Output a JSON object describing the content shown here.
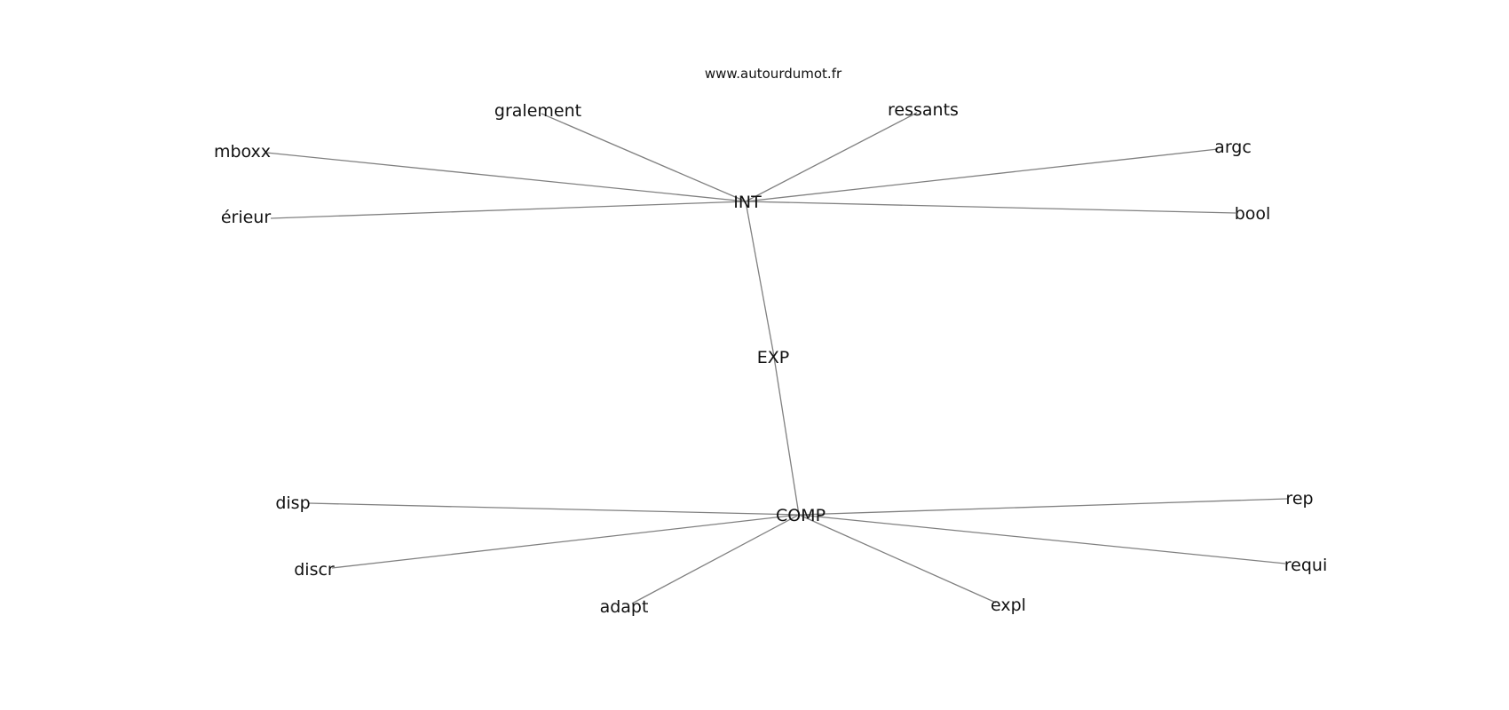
{
  "watermark": "www.autourdumot.fr",
  "graph": {
    "nodes": [
      {
        "id": "INT",
        "label": "INT"
      },
      {
        "id": "EXP",
        "label": "EXP"
      },
      {
        "id": "COMP",
        "label": "COMP"
      },
      {
        "id": "gralement",
        "label": "gralement"
      },
      {
        "id": "ressants",
        "label": "ressants"
      },
      {
        "id": "mboxx",
        "label": "mboxx"
      },
      {
        "id": "argc",
        "label": "argc"
      },
      {
        "id": "erieur",
        "label": "érieur"
      },
      {
        "id": "bool",
        "label": "bool"
      },
      {
        "id": "disp",
        "label": "disp"
      },
      {
        "id": "rep",
        "label": "rep"
      },
      {
        "id": "discr",
        "label": "discr"
      },
      {
        "id": "requi",
        "label": "requi"
      },
      {
        "id": "adapt",
        "label": "adapt"
      },
      {
        "id": "expl",
        "label": "expl"
      }
    ],
    "edges": [
      [
        "INT",
        "gralement"
      ],
      [
        "INT",
        "ressants"
      ],
      [
        "INT",
        "mboxx"
      ],
      [
        "INT",
        "argc"
      ],
      [
        "INT",
        "erieur"
      ],
      [
        "INT",
        "bool"
      ],
      [
        "INT",
        "EXP"
      ],
      [
        "EXP",
        "COMP"
      ],
      [
        "COMP",
        "disp"
      ],
      [
        "COMP",
        "rep"
      ],
      [
        "COMP",
        "discr"
      ],
      [
        "COMP",
        "requi"
      ],
      [
        "COMP",
        "adapt"
      ],
      [
        "COMP",
        "expl"
      ]
    ]
  }
}
